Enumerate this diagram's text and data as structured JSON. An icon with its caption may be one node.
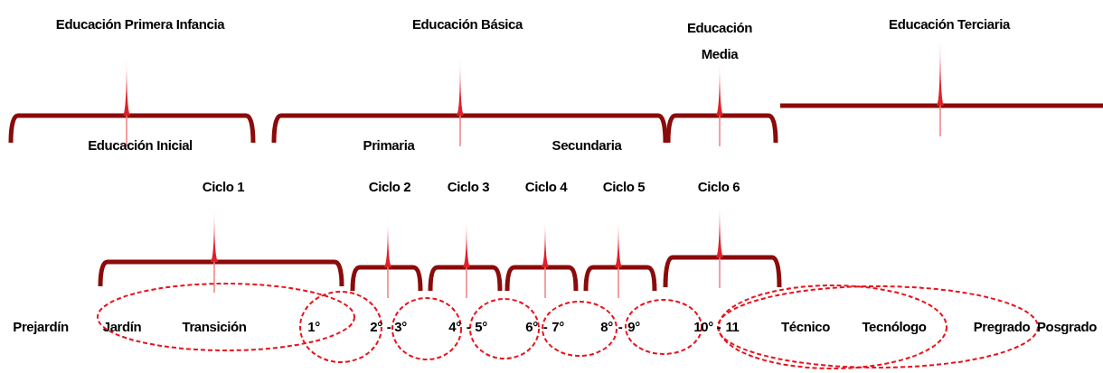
{
  "diagram": {
    "labels": [
      "Educación  Primera Infancia",
      "Educación Básica",
      "Educación Media",
      "Educación Terciaria",
      "Educación Inicial",
      "Primaria",
      "Secundaria",
      "Ciclo 1",
      "Ciclo 2",
      "Ciclo 3",
      "Ciclo 4",
      "Ciclo 5",
      "Ciclo 6",
      "Prejardín",
      "Jardín",
      "Transición",
      "1°",
      "2°",
      "-",
      "3°",
      "4°",
      "-",
      "5°",
      "6°",
      "-",
      "7°",
      "8°",
      "-",
      "9°",
      "10°",
      "-",
      "11",
      "Técnico",
      "Tecnólogo",
      "Pregrado",
      "Posgrado"
    ]
  }
}
